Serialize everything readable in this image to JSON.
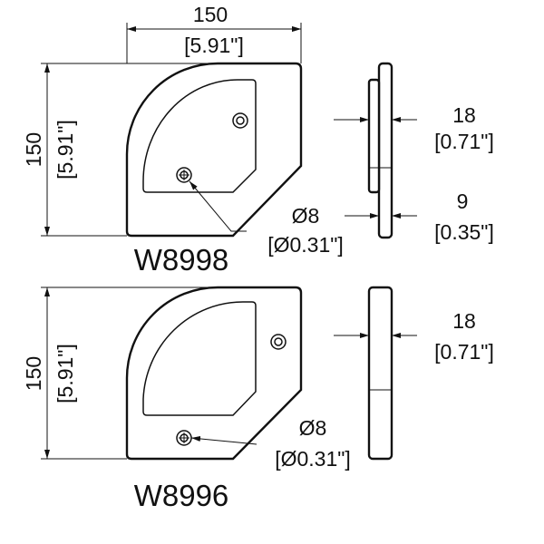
{
  "top_part": {
    "model": "W8998",
    "width_mm": "150",
    "width_in": "[5.91\"]",
    "height_mm": "150",
    "height_in": "[5.91\"]",
    "hole_mm": "Ø8",
    "hole_in": "[Ø0.31\"]",
    "thickness_mm": "18",
    "thickness_in": "[0.71\"]",
    "base_mm": "9",
    "base_in": "[0.35\"]"
  },
  "bottom_part": {
    "model": "W8996",
    "height_mm": "150",
    "height_in": "[5.91\"]",
    "hole_mm": "Ø8",
    "hole_in": "[Ø0.31\"]",
    "thickness_mm": "18",
    "thickness_in": "[0.71\"]"
  }
}
